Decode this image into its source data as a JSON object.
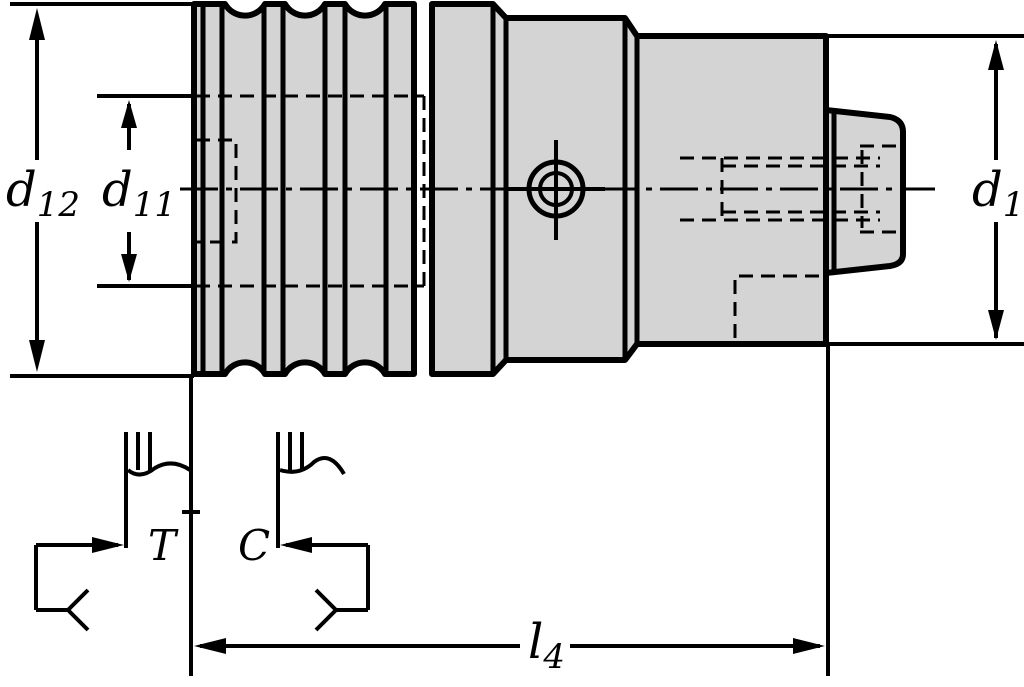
{
  "colors": {
    "body_fill": "#d4d4d4",
    "line": "#000000",
    "background": "#ffffff"
  },
  "labels": {
    "d12": {
      "main": "d",
      "sub": "12"
    },
    "d11": {
      "main": "d",
      "sub": "11"
    },
    "d1": {
      "main": "d",
      "sub": "1"
    },
    "l4": {
      "main": "l",
      "sub": "4"
    },
    "t": "T",
    "c": "C"
  }
}
